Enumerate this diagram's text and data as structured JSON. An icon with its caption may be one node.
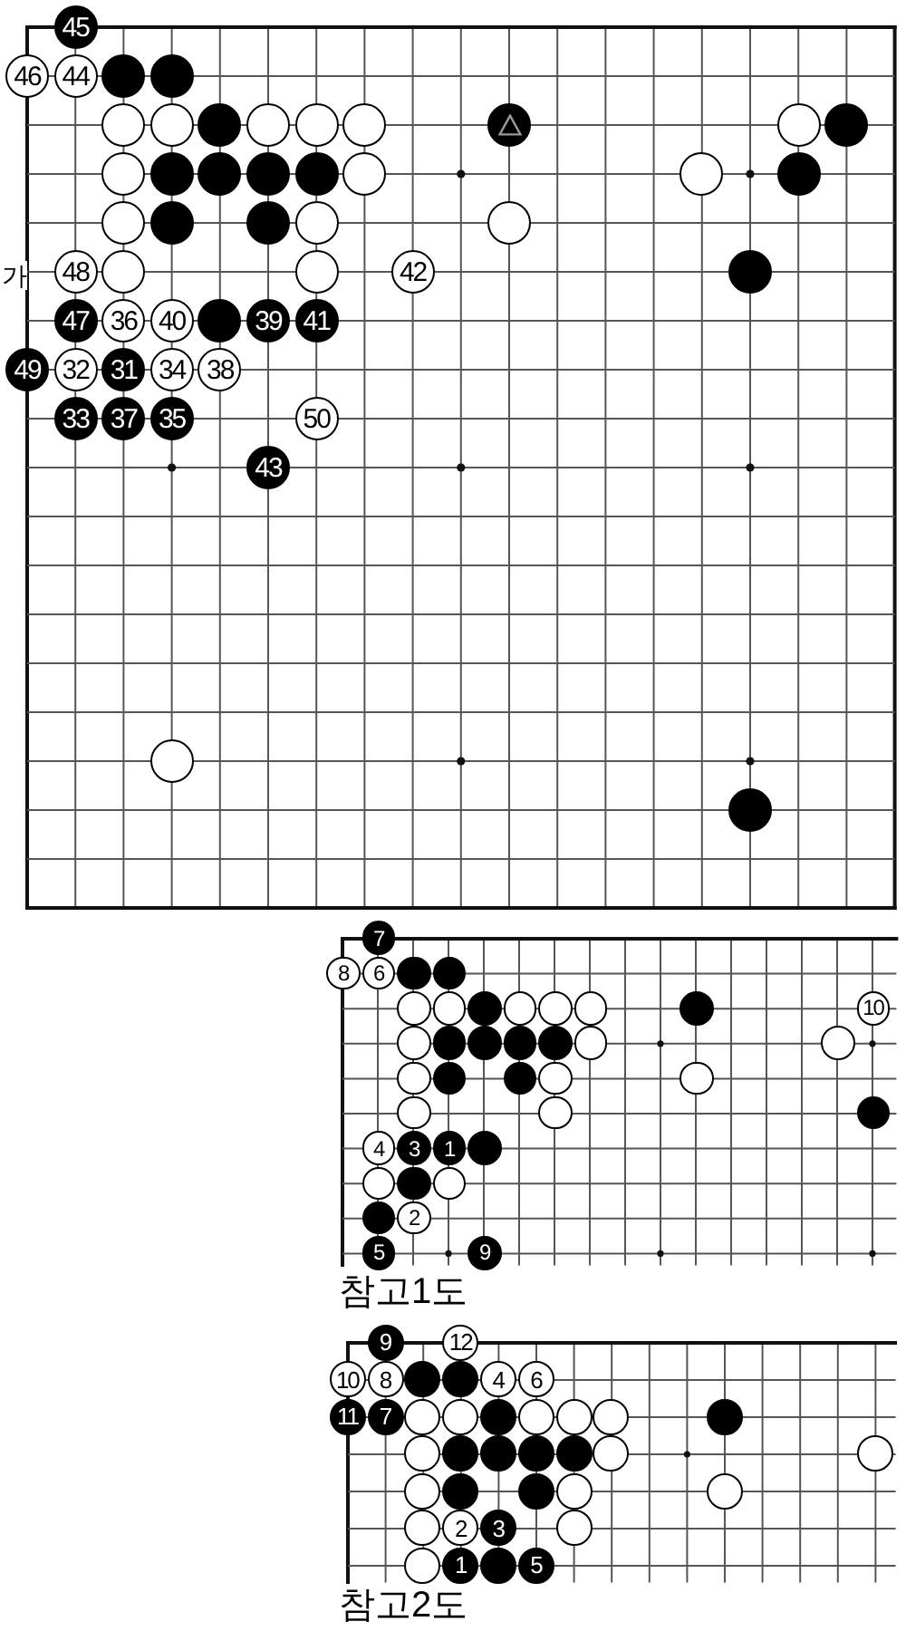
{
  "diagram": {
    "nodes": [
      {
        "text": [],
        "shape": "grid"
      },
      {
        "text": [
          "45"
        ],
        "in": 0
      },
      {
        "text": [
          "46"
        ],
        "in": 0
      },
      {
        "text": [
          "44"
        ],
        "in": 0
      },
      {
        "text": [],
        "shape": "circle",
        "in": 0
      },
      {
        "text": [],
        "shape": "circle",
        "in": 0
      },
      {
        "text": [],
        "shape": "circle",
        "in": 0
      },
      {
        "text": [],
        "shape": "circle",
        "in": 0
      },
      {
        "text": [],
        "shape": "circle",
        "in": 0
      },
      {
        "text": [],
        "shape": "circle",
        "in": 0
      },
      {
        "text": [],
        "shape": "circle",
        "in": 0
      },
      {
        "text": [],
        "shape": "circle",
        "in": 0
      },
      {
        "text": [],
        "shape": "circle",
        "in": 0
      },
      {
        "text": [],
        "shape": "circle",
        "in": 0
      },
      {
        "text": [],
        "shape": "circle",
        "in": 0
      },
      {
        "text": [],
        "shape": "circle",
        "in": 0
      },
      {
        "text": [],
        "shape": "circle",
        "in": 0
      },
      {
        "text": [],
        "shape": "circle",
        "in": 0
      },
      {
        "text": [],
        "shape": "circle",
        "in": 0
      },
      {
        "text": [],
        "shape": "circle",
        "in": 0
      },
      {
        "text": [],
        "shape": "circle",
        "in": 0
      },
      {
        "text": [],
        "shape": "circle",
        "in": 0
      },
      {
        "text": [],
        "shape": "circle",
        "in": 0
      },
      {
        "text": [],
        "shape": "circle",
        "in": 0
      },
      {
        "text": [],
        "shape": "circle",
        "in": 0
      },
      {
        "text": [],
        "shape": "circle",
        "in": 0
      },
      {
        "text": [],
        "shape": "circle",
        "in": 0
      },
      {
        "text": [],
        "shape": "circle",
        "in": 0
      },
      {
        "text": [
          "48"
        ],
        "in": 0
      },
      {
        "text": [],
        "shape": "circle",
        "in": 0
      },
      {
        "text": [],
        "shape": "circle",
        "in": 0
      },
      {
        "text": [
          "42"
        ],
        "in": 0
      },
      {
        "text": [],
        "shape": "circle",
        "in": 0
      },
      {
        "text": [
          "47"
        ],
        "in": 0
      },
      {
        "text": [
          "36"
        ],
        "in": 0
      },
      {
        "text": [
          "40"
        ],
        "in": 0
      },
      {
        "text": [],
        "shape": "circle",
        "in": 0
      },
      {
        "text": [
          "39"
        ],
        "in": 0
      },
      {
        "text": [
          "41"
        ],
        "in": 0
      },
      {
        "text": [
          "49"
        ],
        "in": 0
      },
      {
        "text": [
          "32"
        ],
        "in": 0
      },
      {
        "text": [
          "31"
        ],
        "in": 0
      },
      {
        "text": [
          "34"
        ],
        "in": 0
      },
      {
        "text": [
          "38"
        ],
        "in": 0
      },
      {
        "text": [
          "33"
        ],
        "in": 0
      },
      {
        "text": [
          "37"
        ],
        "in": 0
      },
      {
        "text": [
          "35"
        ],
        "in": 0
      },
      {
        "text": [
          "50"
        ],
        "in": 0
      },
      {
        "text": [
          "43"
        ],
        "in": 0
      },
      {
        "text": [],
        "shape": "circle",
        "in": 0
      },
      {
        "text": [],
        "shape": "circle",
        "in": 0
      },
      {
        "text": [
          "참고1도"
        ]
      },
      {
        "text": [
          "7"
        ],
        "in": 51
      },
      {
        "text": [
          "8"
        ],
        "in": 51
      },
      {
        "text": [
          "6"
        ],
        "in": 51
      },
      {
        "text": [],
        "shape": "circle",
        "in": 51
      },
      {
        "text": [],
        "shape": "circle",
        "in": 51
      },
      {
        "text": [],
        "shape": "circle",
        "in": 51
      },
      {
        "text": [],
        "shape": "circle",
        "in": 51
      },
      {
        "text": [],
        "shape": "circle",
        "in": 51
      },
      {
        "text": [],
        "shape": "circle",
        "in": 51
      },
      {
        "text": [],
        "shape": "circle",
        "in": 51
      },
      {
        "text": [],
        "shape": "circle",
        "in": 51
      },
      {
        "text": [],
        "shape": "circle",
        "in": 51
      },
      {
        "text": [
          "10"
        ],
        "in": 51
      },
      {
        "text": [],
        "shape": "circle",
        "in": 51
      },
      {
        "text": [],
        "shape": "circle",
        "in": 51
      },
      {
        "text": [],
        "shape": "circle",
        "in": 51
      },
      {
        "text": [],
        "shape": "circle",
        "in": 51
      },
      {
        "text": [],
        "shape": "circle",
        "in": 51
      },
      {
        "text": [],
        "shape": "circle",
        "in": 51
      },
      {
        "text": [],
        "shape": "circle",
        "in": 51
      },
      {
        "text": [],
        "shape": "circle",
        "in": 51
      },
      {
        "text": [],
        "shape": "circle",
        "in": 51
      },
      {
        "text": [],
        "shape": "circle",
        "in": 51
      },
      {
        "text": [],
        "shape": "circle",
        "in": 51
      },
      {
        "text": [],
        "shape": "circle",
        "in": 51
      },
      {
        "text": [],
        "shape": "circle",
        "in": 51
      },
      {
        "text": [],
        "shape": "circle",
        "in": 51
      },
      {
        "text": [],
        "shape": "circle",
        "in": 51
      },
      {
        "text": [
          "4"
        ],
        "in": 51
      },
      {
        "text": [
          "3"
        ],
        "in": 51
      },
      {
        "text": [
          "1"
        ],
        "in": 51
      },
      {
        "text": [],
        "shape": "circle",
        "in": 51
      },
      {
        "text": [],
        "shape": "circle",
        "in": 51
      },
      {
        "text": [],
        "shape": "circle",
        "in": 51
      },
      {
        "text": [],
        "shape": "circle",
        "in": 51
      },
      {
        "text": [],
        "shape": "circle",
        "in": 51
      },
      {
        "text": [
          "2"
        ],
        "in": 51
      },
      {
        "text": [
          "5"
        ],
        "in": 51
      },
      {
        "text": [
          "9"
        ],
        "in": 51
      },
      {
        "text": [
          "참고2도"
        ]
      },
      {
        "text": [
          "9"
        ],
        "in": 91
      },
      {
        "text": [
          "12"
        ],
        "in": 91
      },
      {
        "text": [
          "10"
        ],
        "in": 91
      },
      {
        "text": [
          "8"
        ],
        "in": 91
      },
      {
        "text": [],
        "shape": "circle",
        "in": 91
      },
      {
        "text": [],
        "shape": "circle",
        "in": 91
      },
      {
        "text": [
          "4"
        ],
        "in": 91
      },
      {
        "text": [
          "6"
        ],
        "in": 91
      },
      {
        "text": [
          "11"
        ],
        "in": 91
      },
      {
        "text": [
          "7"
        ],
        "in": 91
      },
      {
        "text": [],
        "shape": "circle",
        "in": 91
      },
      {
        "text": [],
        "shape": "circle",
        "in": 91
      },
      {
        "text": [],
        "shape": "circle",
        "in": 91
      },
      {
        "text": [],
        "shape": "circle",
        "in": 91
      },
      {
        "text": [],
        "shape": "circle",
        "in": 91
      },
      {
        "text": [],
        "shape": "circle",
        "in": 91
      },
      {
        "text": [],
        "shape": "circle",
        "in": 91
      },
      {
        "text": [],
        "shape": "circle",
        "in": 91
      },
      {
        "text": [],
        "shape": "circle",
        "in": 91
      },
      {
        "text": [],
        "shape": "circle",
        "in": 91
      },
      {
        "text": [],
        "shape": "circle",
        "in": 91
      },
      {
        "text": [],
        "shape": "circle",
        "in": 91
      },
      {
        "text": [],
        "shape": "circle",
        "in": 91
      },
      {
        "text": [],
        "shape": "circle",
        "in": 91
      },
      {
        "text": [],
        "shape": "circle",
        "in": 91
      },
      {
        "text": [],
        "shape": "circle",
        "in": 91
      },
      {
        "text": [],
        "shape": "circle",
        "in": 91
      },
      {
        "text": [],
        "shape": "circle",
        "in": 91
      },
      {
        "text": [],
        "shape": "circle",
        "in": 91
      },
      {
        "text": [],
        "shape": "circle",
        "in": 91
      },
      {
        "text": [
          "2"
        ],
        "in": 91
      },
      {
        "text": [
          "3"
        ],
        "in": 91
      },
      {
        "text": [],
        "shape": "circle",
        "in": 91
      },
      {
        "text": [],
        "shape": "circle",
        "in": 91
      },
      {
        "text": [
          "1"
        ],
        "in": 91
      },
      {
        "text": [],
        "shape": "circle",
        "in": 91
      },
      {
        "text": [
          "5"
        ],
        "in": 91
      }
    ],
    "labels": [
      "가"
    ]
  }
}
